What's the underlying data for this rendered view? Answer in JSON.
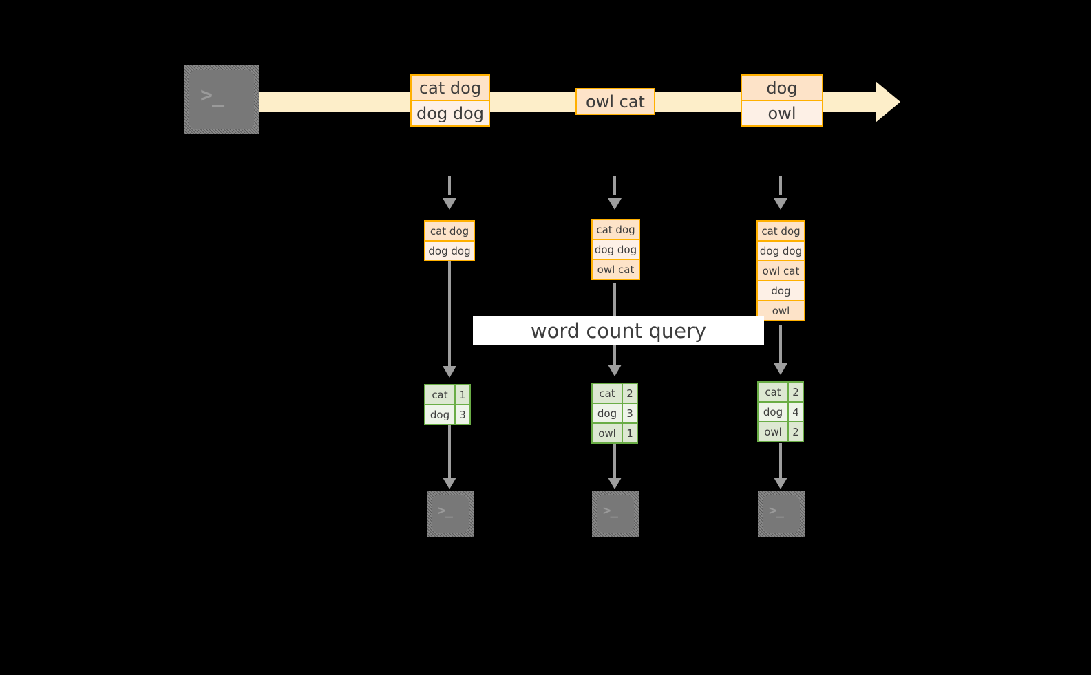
{
  "diagram": {
    "title_label": "word count query",
    "colors": {
      "background": "#000000",
      "timeline_fill": "#fdeec9",
      "record_border": "#ffb000",
      "record_fill_a": "#fde3c8",
      "record_fill_b": "#fdf0e6",
      "table_border": "#6aad46",
      "table_fill_a": "#dde8d2",
      "table_fill_b": "#eef4e9",
      "arrow": "#9e9e9e",
      "terminal_body": "#787878",
      "label_band": "#ffffff",
      "text": "#3d3d3d"
    },
    "terminal_glyph": ">_",
    "icons": {
      "producer_terminal": "terminal-icon",
      "consumer_terminal": "terminal-icon",
      "stream_arrow": "arrow-right-icon",
      "ingest_arrow": "arrow-down-dashed-icon",
      "query_arrow": "arrow-down-icon",
      "output_arrow": "arrow-down-icon"
    },
    "stream": {
      "events": [
        {
          "lines": [
            "cat dog",
            "dog dog"
          ]
        },
        {
          "lines": [
            "owl cat"
          ]
        },
        {
          "lines": [
            "dog",
            "owl"
          ]
        }
      ]
    },
    "snapshots": [
      {
        "lines": [
          "cat dog",
          "dog dog"
        ]
      },
      {
        "lines": [
          "cat dog",
          "dog dog",
          "owl cat"
        ]
      },
      {
        "lines": [
          "cat dog",
          "dog dog",
          "owl cat",
          "dog",
          "owl"
        ]
      }
    ],
    "results": [
      {
        "rows": [
          {
            "word": "cat",
            "count": "1"
          },
          {
            "word": "dog",
            "count": "3"
          }
        ]
      },
      {
        "rows": [
          {
            "word": "cat",
            "count": "2"
          },
          {
            "word": "dog",
            "count": "3"
          },
          {
            "word": "owl",
            "count": "1"
          }
        ]
      },
      {
        "rows": [
          {
            "word": "cat",
            "count": "2"
          },
          {
            "word": "dog",
            "count": "4"
          },
          {
            "word": "owl",
            "count": "2"
          }
        ]
      }
    ]
  }
}
